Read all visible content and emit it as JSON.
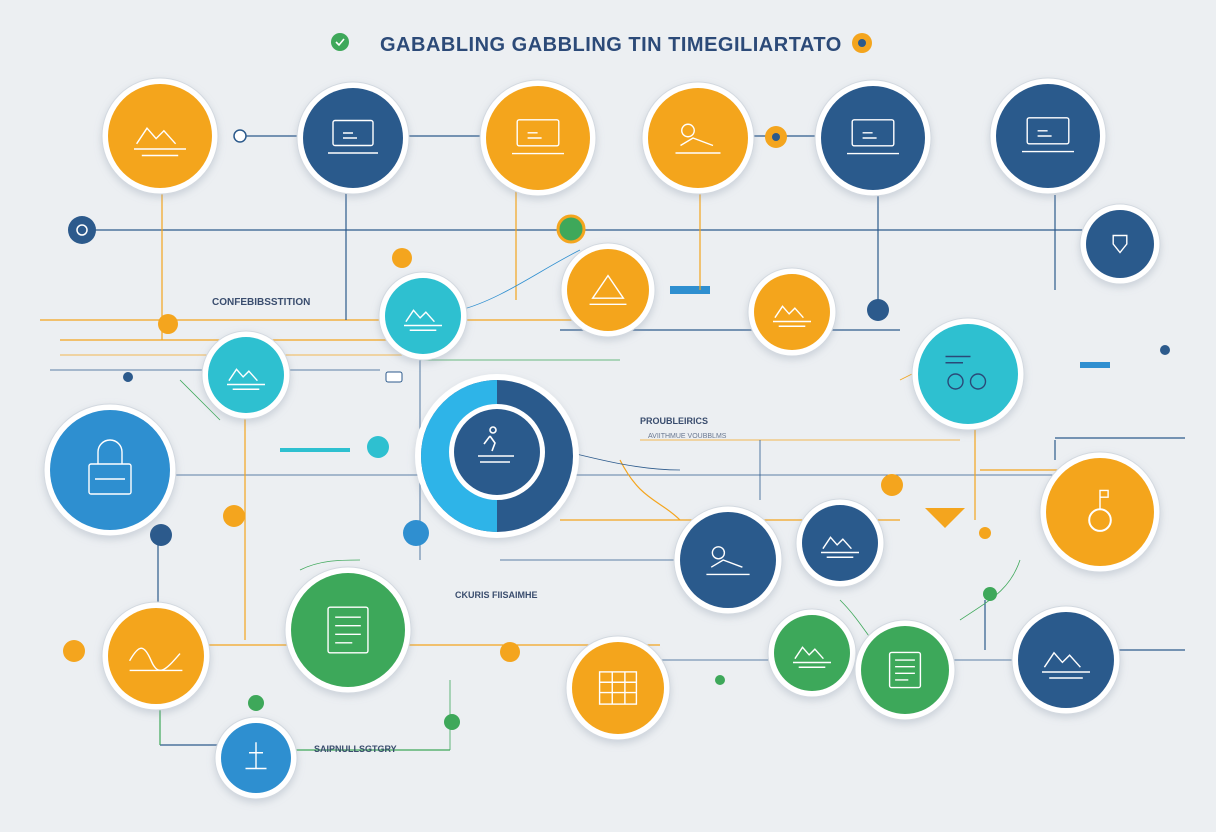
{
  "title": "GABABLING GABBLING TIN TIMEGILIARTATO",
  "labels": {
    "left": "CONFEBIBSSTITION",
    "center_right": "PROUBLEIRICS",
    "center_right_sub": "AVIITHMUE VOUBBLMS",
    "center_bottom": "CKURIS FIISAIMHE",
    "bottom_left": "SAIPNULLSGTGRY"
  },
  "colors": {
    "orange": "#f4a51e",
    "navy": "#2c5a8c",
    "blue": "#2f8fd0",
    "teal": "#2ec0d0",
    "green": "#3ea85a",
    "background": "#eceff2"
  }
}
